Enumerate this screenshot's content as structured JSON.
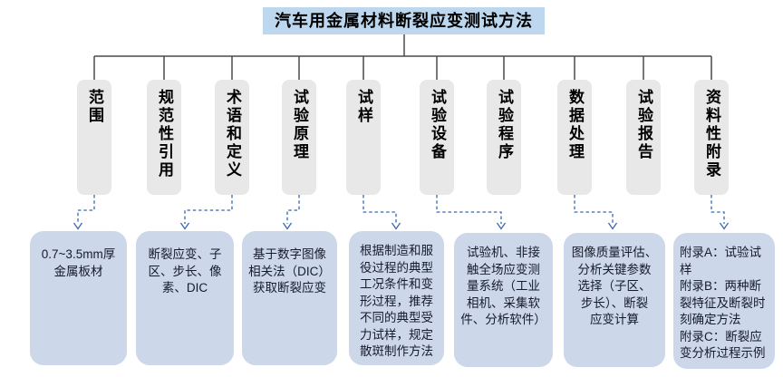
{
  "title": "汽车用金属材料断裂应变测试方法",
  "columns": [
    {
      "label": "范围"
    },
    {
      "label": "规范性引用"
    },
    {
      "label": "术语和定义"
    },
    {
      "label": "试验原理"
    },
    {
      "label": "试样"
    },
    {
      "label": "试验设备"
    },
    {
      "label": "试验程序"
    },
    {
      "label": "数据处理"
    },
    {
      "label": "试验报告"
    },
    {
      "label": "资料性附录"
    }
  ],
  "notes": [
    {
      "source": "范围",
      "text": "0.7~3.5mm厚\n金属板材"
    },
    {
      "source": "术语和定义",
      "text": "断裂应变、子\n区、步长、像\n素、DIC"
    },
    {
      "source": "试验原理",
      "text": "基于数字图像\n相关法（DIC）\n获取断裂应变"
    },
    {
      "source": "试样",
      "text": "根据制造和服\n役过程的典型\n工况条件和变\n形过程，推荐\n不同的典型受\n力试样，规定\n散斑制作方法"
    },
    {
      "source": "试验设备",
      "text": "试验机、非接\n触全场应变测\n量系统（工业\n相机、采集软\n件、分析软件）"
    },
    {
      "source": "数据处理",
      "text": "图像质量评估、\n分析关键参数\n选择（子区、\n步长）、断裂\n应变计算"
    },
    {
      "source": "资料性附录",
      "text": "附录A：试验试\n样\n附录B：两种断\n裂特征及断裂时\n刻确定方法\n附录C：断裂应\n变分析过程示例"
    }
  ],
  "colors": {
    "title_fill": "#bdd7ee",
    "label_fill": "#e8e8e8",
    "note_fill": "#ccd7ea",
    "line": "#4a4a4a",
    "arrow": "#3a67ad",
    "text": "#000000",
    "note_text": "#161c2a"
  }
}
